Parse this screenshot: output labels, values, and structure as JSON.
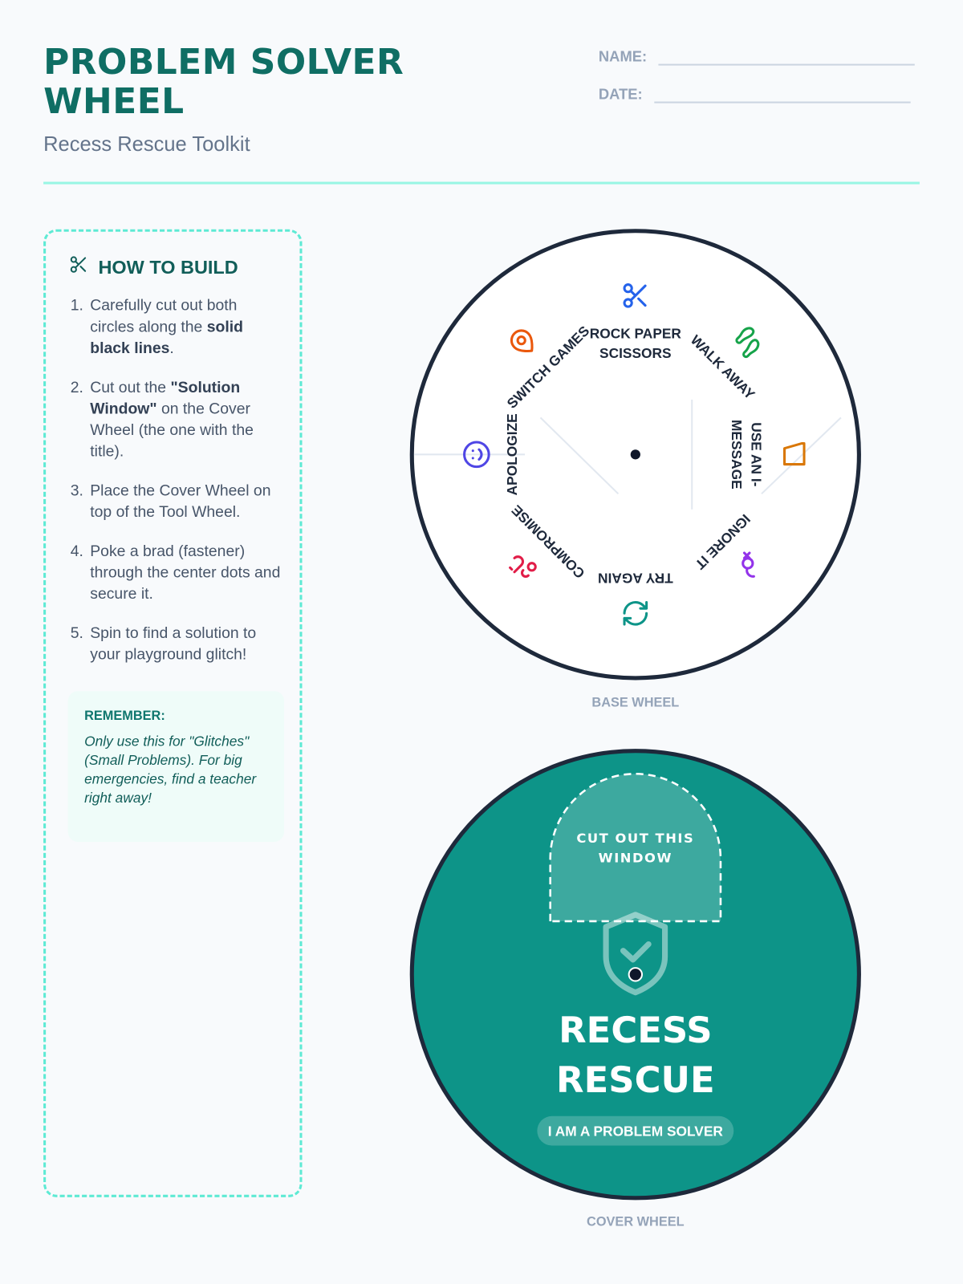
{
  "header": {
    "title": "PROBLEM SOLVER WHEEL",
    "subtitle": "Recess Rescue Toolkit",
    "name_label": "NAME:",
    "date_label": "DATE:"
  },
  "instructions": {
    "heading": "HOW TO BUILD",
    "icon": "scissors-icon",
    "steps": [
      {
        "num": "1.",
        "parts": [
          {
            "t": "Carefully cut out both circles along the "
          },
          {
            "t": "solid black lines",
            "b": true
          },
          {
            "t": "."
          }
        ]
      },
      {
        "num": "2.",
        "parts": [
          {
            "t": "Cut out the "
          },
          {
            "t": "\"Solution Window\"",
            "b": true
          },
          {
            "t": " on the Cover Wheel (the one with the title)."
          }
        ]
      },
      {
        "num": "3.",
        "parts": [
          {
            "t": "Place the Cover Wheel on top of the Tool Wheel."
          }
        ]
      },
      {
        "num": "4.",
        "parts": [
          {
            "t": "Poke a brad (fastener) through the center dots and secure it."
          }
        ]
      },
      {
        "num": "5.",
        "parts": [
          {
            "t": "Spin to find a solution to your playground glitch!"
          }
        ]
      }
    ],
    "remember_heading": "REMEMBER:",
    "remember_text": "Only use this for \"Glitches\" (Small Problems). For big emergencies, find a teacher right away!"
  },
  "base_wheel": {
    "caption": "BASE WHEEL",
    "items": [
      {
        "lines": [
          "ROCK PAPER",
          "SCISSORS"
        ],
        "icon": "scissors-icon",
        "color": "#2563eb"
      },
      {
        "lines": [
          "WALK AWAY"
        ],
        "icon": "footprints-icon",
        "color": "#16a34a"
      },
      {
        "lines": [
          "USE AN I-",
          "MESSAGE"
        ],
        "icon": "message-icon",
        "color": "#d97706"
      },
      {
        "lines": [
          "IGNORE IT"
        ],
        "icon": "ignore-icon",
        "color": "#9333ea"
      },
      {
        "lines": [
          "TRY AGAIN"
        ],
        "icon": "refresh-icon",
        "color": "#0d9488"
      },
      {
        "lines": [
          "COMPROMISE"
        ],
        "icon": "handshake-icon",
        "color": "#e11d48"
      },
      {
        "lines": [
          "APOLOGIZE"
        ],
        "icon": "smile-icon",
        "color": "#4f46e5"
      },
      {
        "lines": [
          "SWITCH GAMES"
        ],
        "icon": "map-pin-icon",
        "color": "#ea580c"
      }
    ]
  },
  "cover_wheel": {
    "caption": "COVER WHEEL",
    "window_label_1": "CUT OUT THIS",
    "window_label_2": "WINDOW",
    "title_1": "RECESS",
    "title_2": "RESCUE",
    "badge": "I AM A PROBLEM SOLVER",
    "color": "#0d9488"
  }
}
